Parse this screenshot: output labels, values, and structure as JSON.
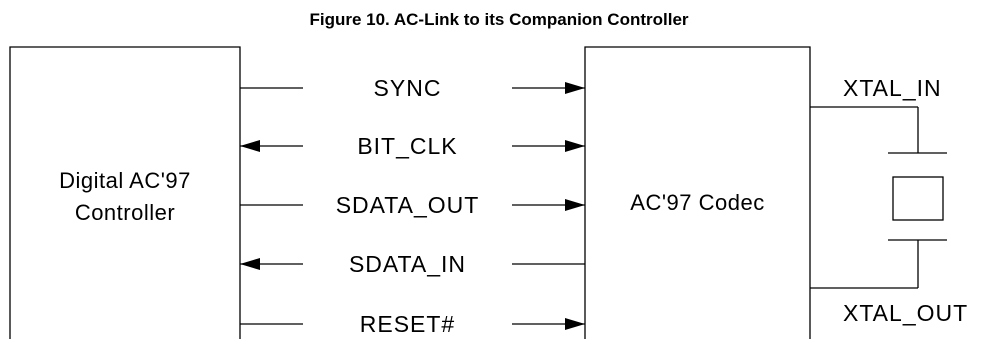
{
  "figure": {
    "title": "Figure 10.  AC-Link to its Companion Controller"
  },
  "blocks": {
    "controller_line1": "Digital AC'97",
    "controller_line2": "Controller",
    "codec": "AC'97 Codec"
  },
  "signals": {
    "sync": "SYNC",
    "bit_clk": "BIT_CLK",
    "sdata_out": "SDATA_OUT",
    "sdata_in": "SDATA_IN",
    "reset": "RESET#"
  },
  "crystal": {
    "xtal_in": "XTAL_IN",
    "xtal_out": "XTAL_OUT"
  }
}
